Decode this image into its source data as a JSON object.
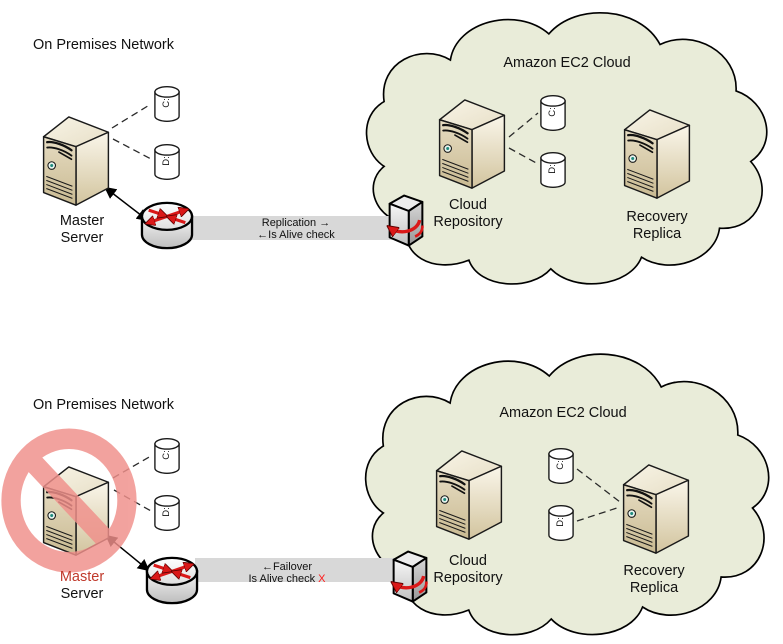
{
  "panels": {
    "top": {
      "network_label": "On Premises Network",
      "master": {
        "line1": "Master",
        "line2": "Server"
      },
      "onprem_disks": {
        "c": "C:",
        "d": "D:"
      },
      "pipe": {
        "line1": "Replication →",
        "line2": "←Is Alive check"
      },
      "cloud": {
        "title": "Amazon EC2 Cloud",
        "repository": {
          "line1": "Cloud",
          "line2": "Repository"
        },
        "replica": {
          "line1": "Recovery",
          "line2": "Replica"
        },
        "disks": {
          "c": "C:",
          "d": "D:"
        }
      }
    },
    "bottom": {
      "network_label": "On Premises Network",
      "master": {
        "line1": "Master",
        "line2": "Server"
      },
      "onprem_disks": {
        "c": "C:",
        "d": "D:"
      },
      "pipe": {
        "line1": "←Failover",
        "line2_text": "Is Alive check",
        "line2_mark": "X"
      },
      "cloud": {
        "title": "Amazon EC2 Cloud",
        "repository": {
          "line1": "Cloud",
          "line2": "Repository"
        },
        "replica": {
          "line1": "Recovery",
          "line2": "Replica"
        },
        "disks": {
          "c": "C:",
          "d": "D:"
        }
      }
    }
  },
  "colors": {
    "cloud_fill": "#e9ecd9",
    "pipe_fill": "#d8d8d8",
    "arrow_red": "#da1818",
    "prohibition_pink": "#f0908b",
    "master_failed_text": "#c0392b",
    "fail_mark_red": "#ff1a1a"
  }
}
